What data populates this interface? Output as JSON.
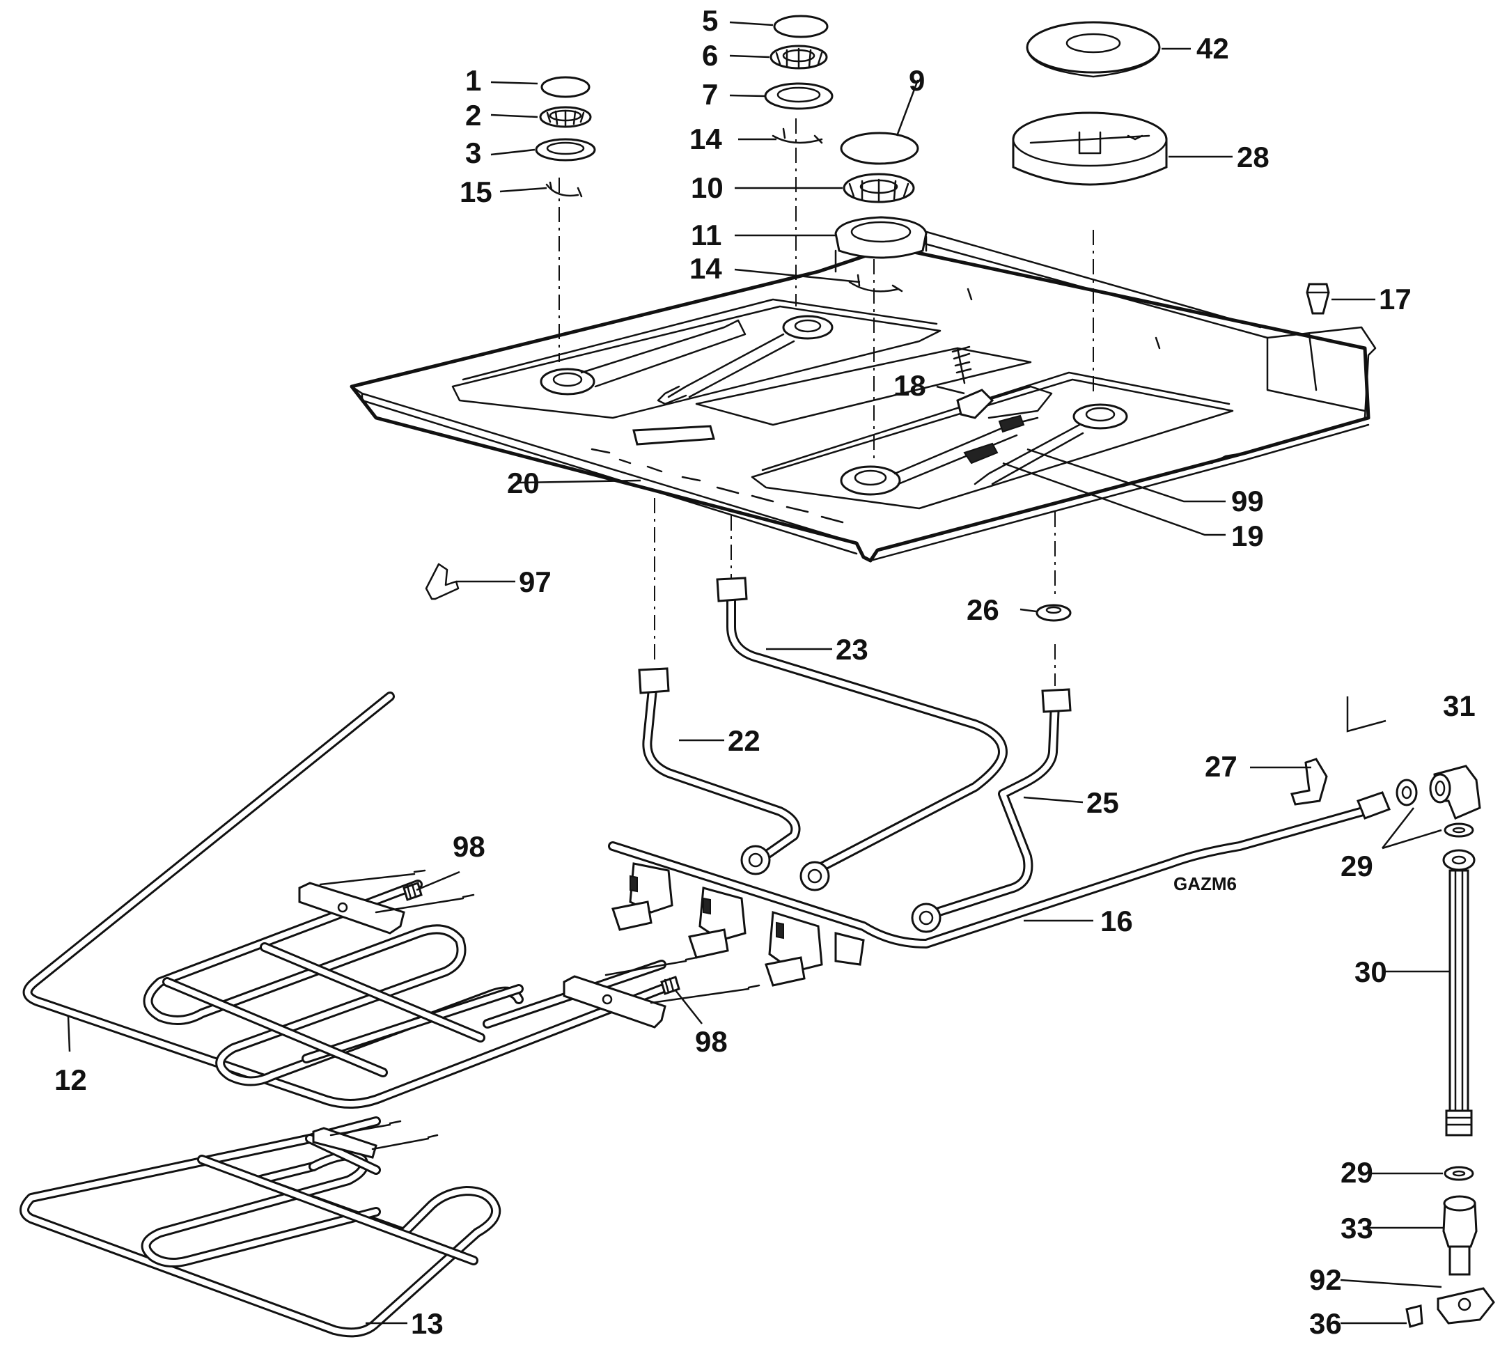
{
  "diagram_code": "GAZM6",
  "callouts": {
    "p1": "1",
    "p2": "2",
    "p3": "3",
    "p5": "5",
    "p6": "6",
    "p7": "7",
    "p9": "9",
    "p10": "10",
    "p11": "11",
    "p12": "12",
    "p13": "13",
    "p14a": "14",
    "p14b": "14",
    "p15": "15",
    "p16": "16",
    "p17": "17",
    "p18": "18",
    "p19": "19",
    "p20": "20",
    "p22": "22",
    "p23": "23",
    "p25": "25",
    "p26": "26",
    "p27": "27",
    "p28": "28",
    "p29a": "29",
    "p29b": "29",
    "p30": "30",
    "p31": "31",
    "p33": "33",
    "p36": "36",
    "p42": "42",
    "p92": "92",
    "p97": "97",
    "p98a": "98",
    "p98b": "98",
    "p99": "99"
  }
}
